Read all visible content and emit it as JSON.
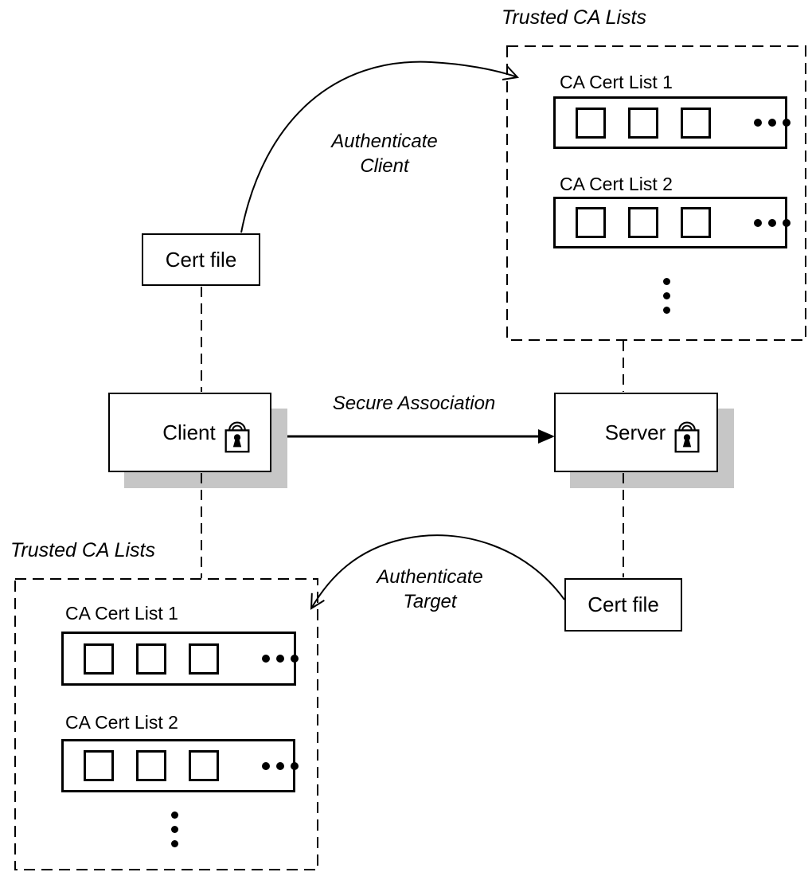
{
  "figure": {
    "kind": "ssl-mutual-authentication-diagram",
    "colors": {
      "stroke": "#000000",
      "shadow": "#c6c6c6",
      "background": "#ffffff"
    }
  },
  "groups": {
    "trusted_top": {
      "title": "Trusted CA Lists",
      "lists": [
        {
          "label": "CA Cert List 1",
          "cert_squares": 3,
          "ellipsis": "ellipsis-horizontal-icon"
        },
        {
          "label": "CA Cert List 2",
          "cert_squares": 3,
          "ellipsis": "ellipsis-horizontal-icon"
        }
      ],
      "more_indicator": "ellipsis-vertical-icon"
    },
    "trusted_bottom": {
      "title": "Trusted CA Lists",
      "lists": [
        {
          "label": "CA Cert List 1",
          "cert_squares": 3,
          "ellipsis": "ellipsis-horizontal-icon"
        },
        {
          "label": "CA Cert List 2",
          "cert_squares": 3,
          "ellipsis": "ellipsis-horizontal-icon"
        }
      ],
      "more_indicator": "ellipsis-vertical-icon"
    }
  },
  "nodes": {
    "cert_file_client": {
      "label": "Cert file"
    },
    "client": {
      "label": "Client",
      "icon": "padlock-icon"
    },
    "server": {
      "label": "Server",
      "icon": "padlock-icon"
    },
    "cert_file_server": {
      "label": "Cert file"
    }
  },
  "edges": {
    "authenticate_client": {
      "label": [
        "Authenticate",
        "Client"
      ],
      "style": "curved-open-arrow"
    },
    "secure_association": {
      "label": "Secure Association",
      "style": "straight-solid-arrow"
    },
    "authenticate_target": {
      "label": [
        "Authenticate",
        "Target"
      ],
      "style": "curved-open-arrow"
    }
  }
}
